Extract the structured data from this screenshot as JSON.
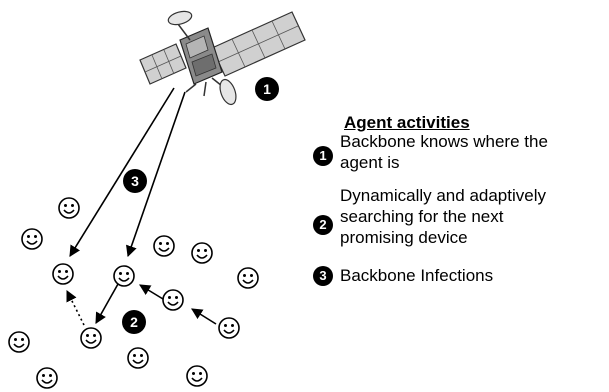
{
  "legend": {
    "title": "Agent activities",
    "items": [
      {
        "number": "1",
        "text": "Backbone knows where the\nagent is"
      },
      {
        "number": "2",
        "text": "Dynamically and adaptively\nsearching for the next\npromising device"
      },
      {
        "number": "3",
        "text": "Backbone Infections"
      }
    ]
  },
  "diagram_badges": [
    "1",
    "3",
    "2"
  ],
  "icons": {
    "satellite": "satellite-icon",
    "device": "smiley-face-icon"
  },
  "colors": {
    "badge": "#000000",
    "satellite_body": "#8a8a8a",
    "panel": "#cfcfcf"
  }
}
